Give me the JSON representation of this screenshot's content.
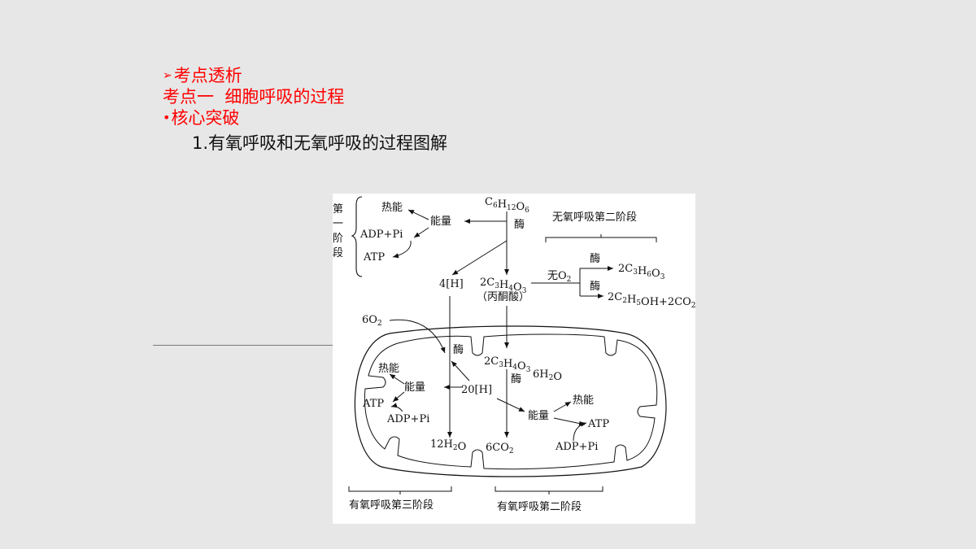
{
  "header": {
    "section_label": "考点透析",
    "topic_title": "考点一  细胞呼吸的过程",
    "sub_label": "核心突破",
    "item_title": "1.有氧呼吸和无氧呼吸的过程图解"
  },
  "diagram": {
    "stage1_label": [
      "第",
      "一",
      "阶",
      "段"
    ],
    "heat_top": "热能",
    "energy_top": "能量",
    "adp_top": "ADP+Pi",
    "atp_top": "ATP",
    "glucose": "C6H12O6",
    "enzyme_top": "酶",
    "nadh_4h": "4[H]",
    "pyruvate_formula": "2C3H4O3",
    "pyruvate_name": "（丙酮酸）",
    "no_oxygen": "无O2",
    "anaerobic_stage2": "无氧呼吸第二阶段",
    "enzyme_lactic": "酶",
    "lactic_acid": "2C3H6O3",
    "enzyme_ethanol": "酶",
    "ethanol_products": "2C2H5OH+2CO2",
    "oxygen": "6O2",
    "enzyme_left": "酶",
    "pyruvate_inner": "2C3H4O3",
    "nadh_20h": "20[H]",
    "heat_left": "热能",
    "energy_left": "能量",
    "atp_left": "ATP",
    "adp_left": "ADP+Pi",
    "enzyme_mid": "酶",
    "water_in": "6H2O",
    "energy_right": "能量",
    "heat_right": "热能",
    "atp_right": "ATP",
    "adp_right": "ADP+Pi",
    "water_out": "12H2O",
    "co2_out": "6CO2",
    "aerobic_stage3": "有氧呼吸第三阶段",
    "aerobic_stage2": "有氧呼吸第二阶段"
  }
}
